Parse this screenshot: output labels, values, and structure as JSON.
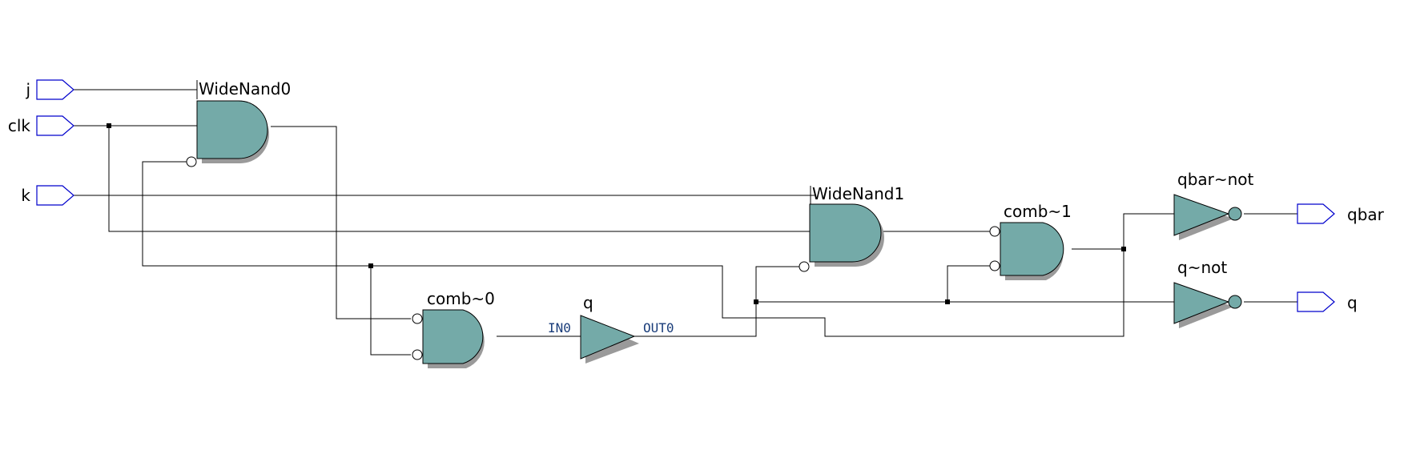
{
  "inputs": {
    "j": "j",
    "clk": "clk",
    "k": "k"
  },
  "outputs": {
    "qbar": "qbar",
    "q": "q"
  },
  "gates": {
    "widenand0": "WideNand0",
    "widenand1": "WideNand1",
    "comb0": "comb~0",
    "comb1": "comb~1",
    "q_buffer": "q",
    "qbar_not": "qbar~not",
    "q_not": "q~not"
  },
  "pins": {
    "in0": "IN0",
    "out0": "OUT0"
  },
  "colors": {
    "gate_fill": "#74aaa8",
    "port_stroke": "#0000cc",
    "wire": "#000000"
  }
}
